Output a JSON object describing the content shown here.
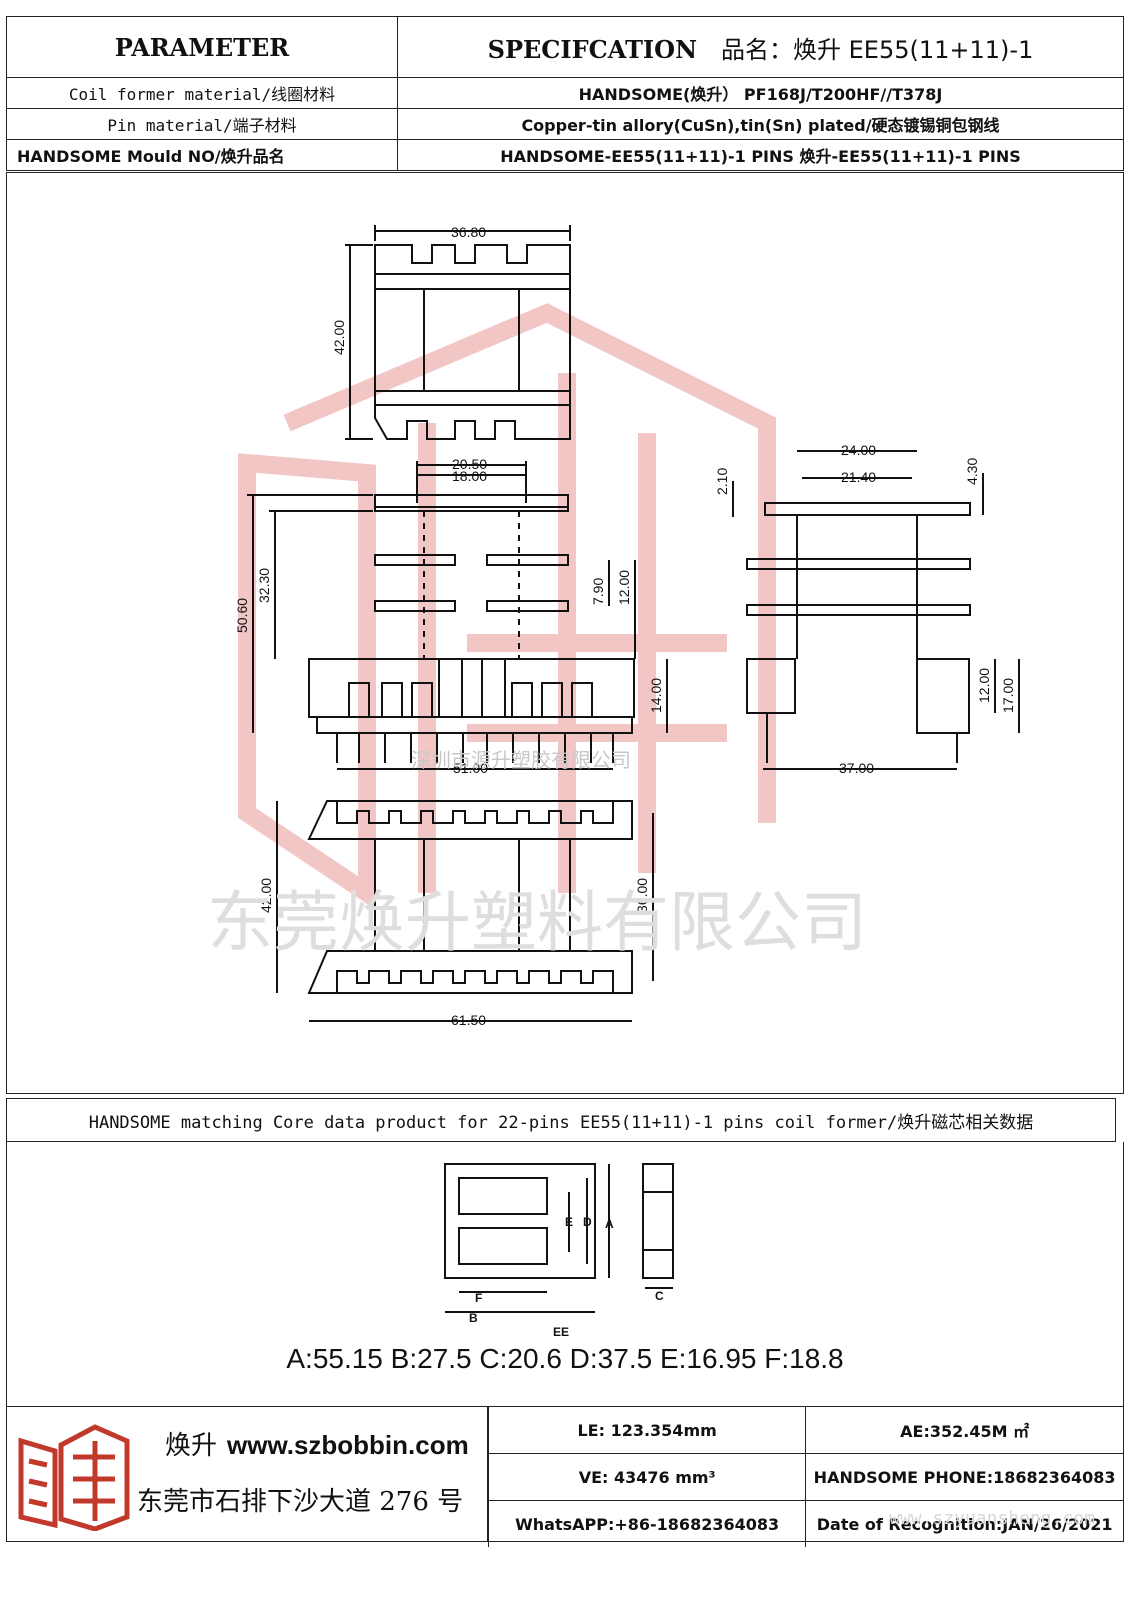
{
  "header": {
    "parameter": "PARAMETER",
    "specification": "SPECIFCATION",
    "product_name": "品名：焕升 EE55(11+11)-1"
  },
  "rows": [
    {
      "label": "Coil former material/线圈材料",
      "value": "HANDSOME(焕升）  PF168J/T200HF//T378J"
    },
    {
      "label": "Pin material/端子材料",
      "value": "Copper-tin allory(CuSn),tin(Sn) plated/硬态镀锡铜包钢线"
    },
    {
      "label": "HANDSOME Mould NO/焕升品名",
      "value": "HANDSOME-EE55(11+11)-1 PINS    焕升-EE55(11+11)-1 PINS"
    }
  ],
  "dimensions": {
    "top_w": "36.80",
    "top_h": "42.00",
    "inner_a": "20.50",
    "inner_b": "18.00",
    "h_total": "50.60",
    "h_mid": "32.30",
    "gap1": "7.90",
    "gap2": "12.00",
    "base_h": "14.00",
    "len": "51.00",
    "side_a": "24.00",
    "side_b": "21.40",
    "side_c": "2.10",
    "side_d": "4.30",
    "side_e": "12.00",
    "side_f": "17.00",
    "side_w": "37.00",
    "bot_h1": "42.00",
    "bot_h2": "36.00",
    "bot_w": "61.50"
  },
  "watermarks": {
    "small": "深圳市源升塑胶有限公司",
    "large": "东莞焕升塑料有限公司",
    "url": "www.szyuansheng.com"
  },
  "core": {
    "title": "HANDSOME matching Core data  product for 22-pins EE55(11+11)-1 pins coil former/焕升磁芯相关数据",
    "labels": [
      "A",
      "B",
      "C",
      "D",
      "E",
      "F"
    ],
    "core_type": "EE",
    "values": "A:55.15 B:27.5 C:20.6 D:37.5 E:16.95 F:18.8"
  },
  "footer": {
    "brand": "焕升",
    "url": "www.szbobbin.com",
    "address": "东莞市石排下沙大道 276 号",
    "le": "LE: 123.354mm",
    "ae": "AE:352.45M ㎡",
    "ve": "VE: 43476 mm³",
    "phone": "HANDSOME PHONE:18682364083",
    "whatsapp": "WhatsAPP:+86-18682364083",
    "date": "Date of Recognition:JAN/26/2021"
  }
}
